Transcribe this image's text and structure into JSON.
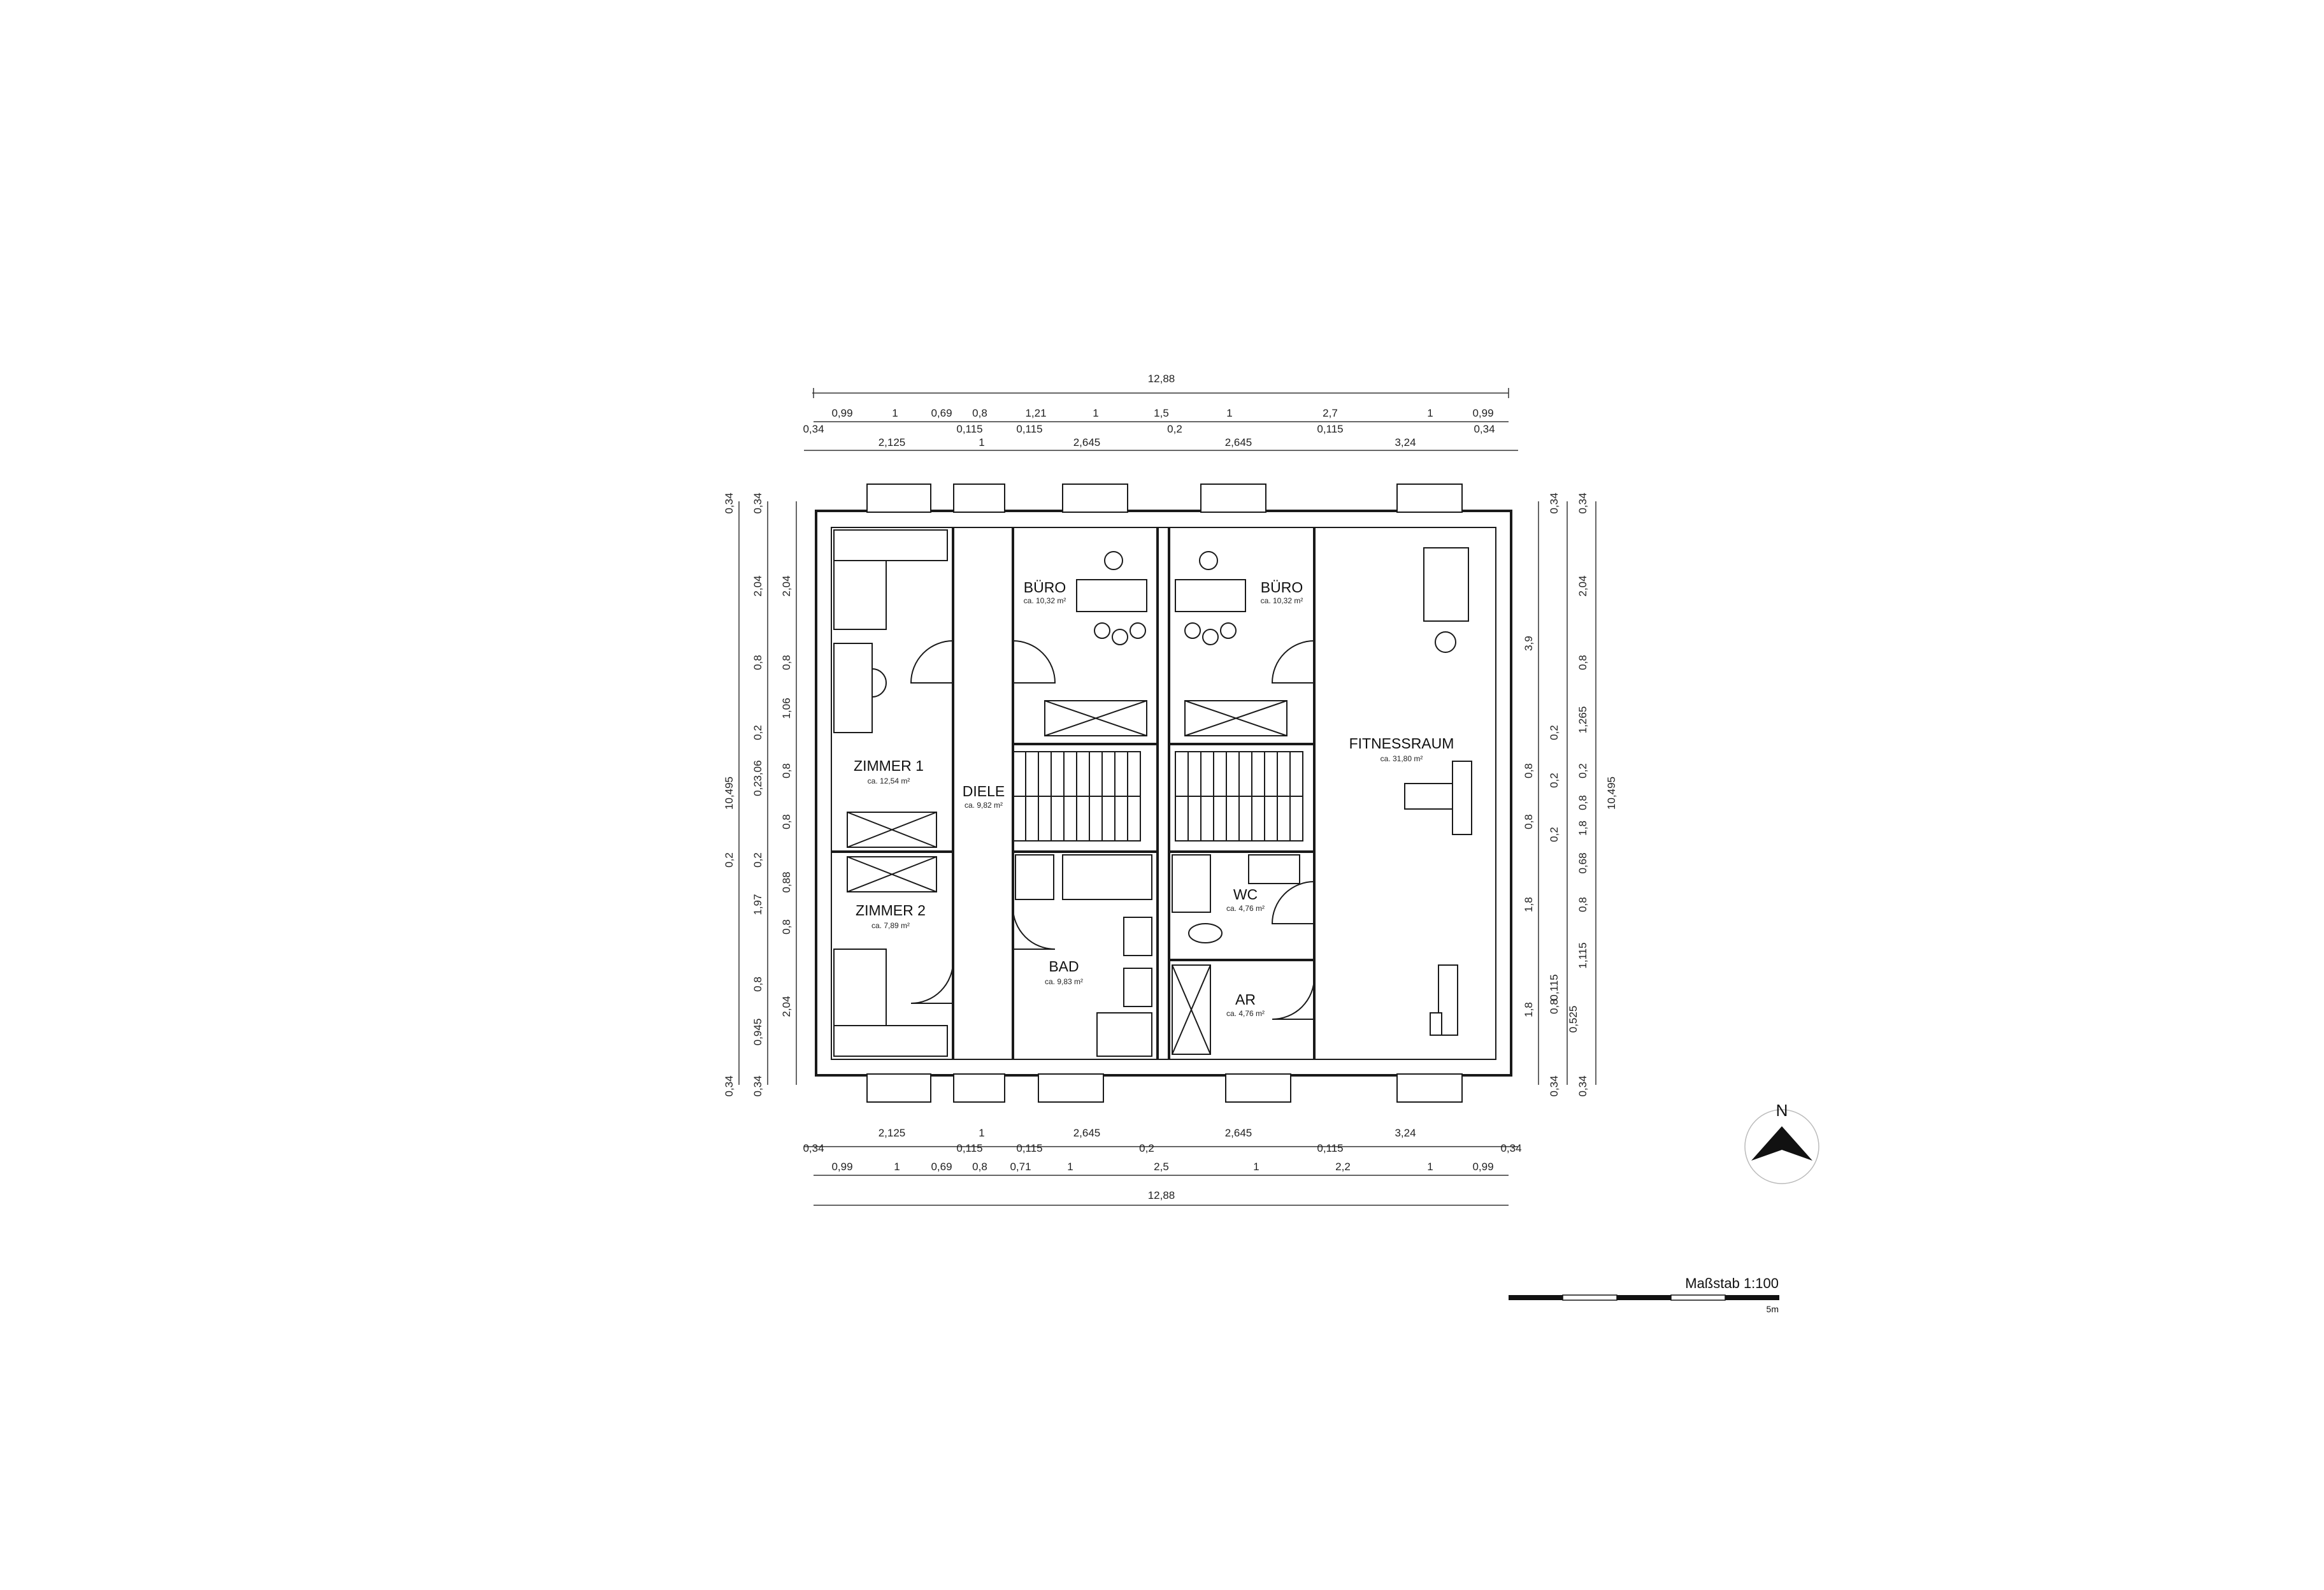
{
  "rooms": [
    {
      "name": "ZIMMER 1",
      "area": "ca. 12,54 m²"
    },
    {
      "name": "ZIMMER 2",
      "area": "ca. 7,89 m²"
    },
    {
      "name": "DIELE",
      "area": "ca. 9,82 m²"
    },
    {
      "name": "BÜRO",
      "area": "ca. 10,32 m²"
    },
    {
      "name": "BÜRO",
      "area": "ca. 10,32 m²"
    },
    {
      "name": "BAD",
      "area": "ca. 9,83 m²"
    },
    {
      "name": "WC",
      "area": "ca. 4,76 m²"
    },
    {
      "name": "AR",
      "area": "ca. 4,76 m²"
    },
    {
      "name": "FITNESSRAUM",
      "area": "ca. 31,80 m²"
    }
  ],
  "dimensions": {
    "top_total": "12,88",
    "top_row1": [
      "0,99",
      "1",
      "0,69",
      "0,8",
      "1,21",
      "1",
      "1,5",
      "1",
      "2,7",
      "1",
      "0,99"
    ],
    "top_row2": [
      "0,34",
      "2,125",
      "0,115",
      "1",
      "0,115",
      "2,645",
      "0,2",
      "2,645",
      "0,115",
      "3,24",
      "0,34"
    ],
    "bottom_row1": [
      "2,125",
      "1",
      "2,645",
      "2,645",
      "3,24"
    ],
    "bottom_row1_small": [
      "0,34",
      "0,115",
      "0,115",
      "0,2",
      "0,115",
      "0,34"
    ],
    "bottom_row2": [
      "0,99",
      "1",
      "0,69",
      "0,8",
      "0,71",
      "1",
      "2,5",
      "1",
      "2,2",
      "1",
      "0,99"
    ],
    "bottom_total": "12,88",
    "left_total": "10,495",
    "left_outer": [
      "0,34",
      "2,04",
      "0,8",
      "3,06",
      "0,2",
      "1,97",
      "0,8",
      "0,945",
      "0,34"
    ],
    "left_inner": [
      "0,34",
      "2,04",
      "0,8",
      "1,06",
      "0,2",
      "0,8",
      "0,2",
      "0,8",
      "0,2",
      "0,88",
      "0,8",
      "2,04",
      "0,34"
    ],
    "right_total": "10,495",
    "right_outer": [
      "0,34",
      "3,9",
      "0,2",
      "0,8",
      "0,2",
      "0,8",
      "0,2",
      "1,8",
      "1,8",
      "0,115",
      "0,8",
      "0,525",
      "0,34"
    ],
    "right_inner": [
      "0,34",
      "2,04",
      "0,8",
      "1,265",
      "0,2",
      "0,8",
      "1,8",
      "0,68",
      "0,8",
      "1,115",
      "0,34"
    ]
  },
  "scale_bar": {
    "title": "Maßstab 1:100",
    "unit": "5m"
  },
  "compass": {
    "label": "N"
  }
}
